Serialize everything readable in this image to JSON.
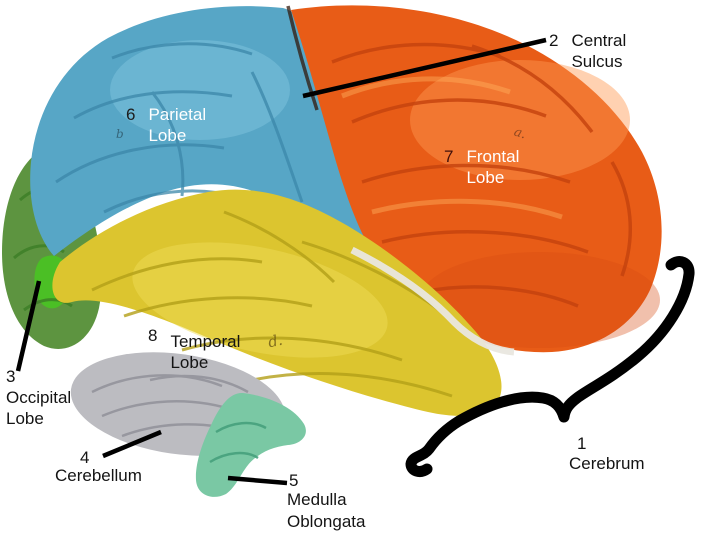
{
  "slide": {
    "background": "#ffffff"
  },
  "labels": {
    "cerebrum": {
      "number": "1",
      "line1": "Cerebrum"
    },
    "central_sulcus": {
      "number": "2",
      "line1": "Central",
      "line2": "Sulcus"
    },
    "occipital": {
      "number": "3",
      "line1": "Occipital",
      "line2": "Lobe"
    },
    "cerebellum": {
      "number": "4",
      "line1": "Cerebellum"
    },
    "medulla": {
      "number": "5",
      "line1": "Medulla",
      "line2": "Oblongata"
    },
    "parietal": {
      "number": "6",
      "line1": "Parietal",
      "line2": "Lobe"
    },
    "frontal": {
      "number": "7",
      "line1": "Frontal",
      "line2": "Lobe"
    },
    "temporal": {
      "number": "8",
      "line1": "Temporal",
      "line2": "Lobe"
    }
  },
  "handwriting": {
    "frontal_mark": "a.",
    "parietal_mark": "b",
    "temporal_mark": "d."
  },
  "colors": {
    "frontal_lobe": "#e85c17",
    "parietal_lobe": "#57a6c6",
    "temporal_lobe": "#dcc52f",
    "occipital_lobe": "#5d9440",
    "occipital_accent": "#49c322",
    "cerebellum": "#bcbcc1",
    "medulla": "#7ac8a4",
    "annotation": "#000000",
    "label_dark": "#141414",
    "label_light": "#ffffff"
  }
}
